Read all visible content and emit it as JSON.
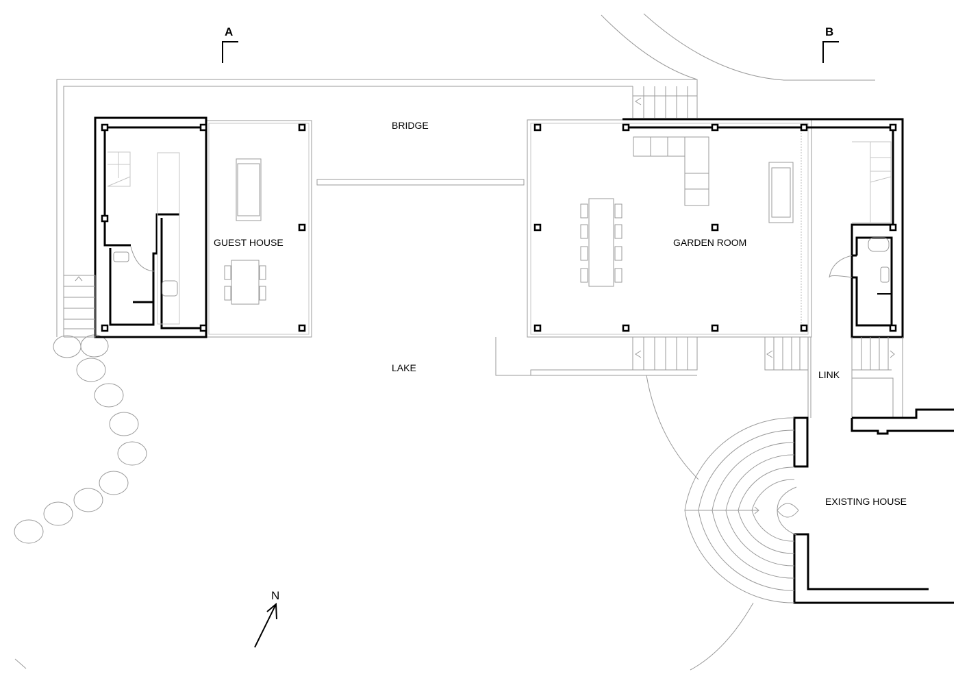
{
  "labels": {
    "bridge": "BRIDGE",
    "guest_house": "GUEST HOUSE",
    "garden_room": "GARDEN ROOM",
    "lake": "LAKE",
    "link": "LINK",
    "existing_house": "EXISTING HOUSE"
  },
  "section_markers": {
    "a": "A",
    "b": "B"
  },
  "north_arrow": {
    "label": "N"
  },
  "icons": [
    "section-marker-icon",
    "north-arrow-icon"
  ]
}
